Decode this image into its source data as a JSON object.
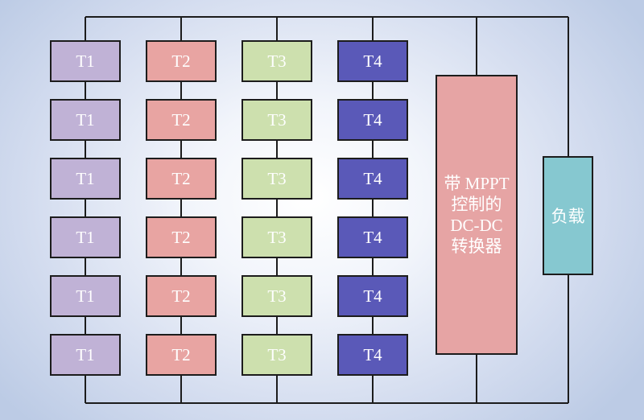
{
  "strings": [
    {
      "label": "T1",
      "cells": [
        "T1",
        "T1",
        "T1",
        "T1",
        "T1",
        "T1"
      ]
    },
    {
      "label": "T2",
      "cells": [
        "T2",
        "T2",
        "T2",
        "T2",
        "T2",
        "T2"
      ]
    },
    {
      "label": "T3",
      "cells": [
        "T3",
        "T3",
        "T3",
        "T3",
        "T3",
        "T3"
      ]
    },
    {
      "label": "T4",
      "cells": [
        "T4",
        "T4",
        "T4",
        "T4",
        "T4",
        "T4"
      ]
    }
  ],
  "converter": {
    "lines": [
      "带 MPPT",
      "控制的",
      "DC-DC",
      "转换器"
    ]
  },
  "load": {
    "label": "负载"
  },
  "colors": {
    "t1": "#c0b2d6",
    "t2": "#e8a4a2",
    "t3": "#cde0ae",
    "t4": "#5a59b8",
    "converter": "#e6a4a4",
    "load": "#86c8d0",
    "wire": "#1c1c1c"
  }
}
